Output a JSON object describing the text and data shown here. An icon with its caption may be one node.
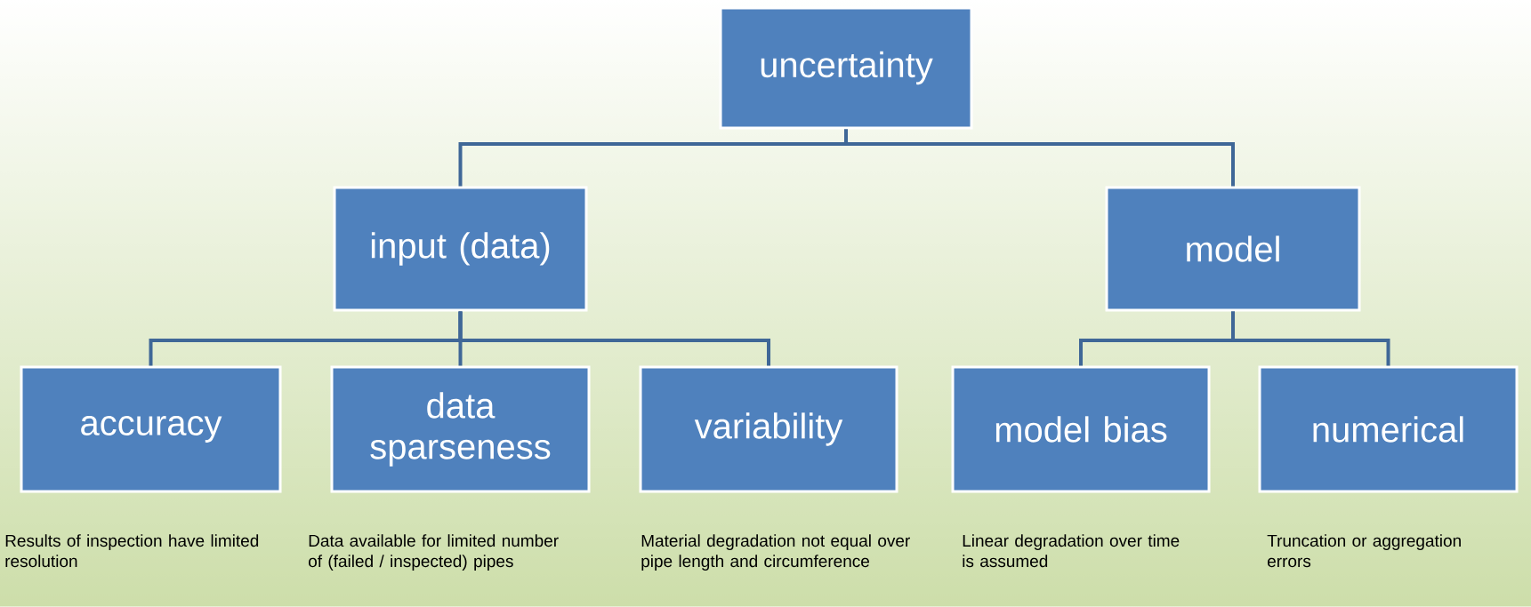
{
  "diagram": {
    "nodes": [
      {
        "text": [
          "uncertainty"
        ]
      },
      {
        "text": [
          "input (data)"
        ]
      },
      {
        "text": [
          "model"
        ]
      },
      {
        "text": [
          "accuracy"
        ],
        "beside": [
          "Results of inspection have limited resolution"
        ]
      },
      {
        "text": [
          "data sparseness"
        ],
        "beside": [
          "Data available for limited number of (failed / inspected) pipes"
        ]
      },
      {
        "text": [
          "variability"
        ],
        "beside": [
          "Material degradation not equal over pipe length and circumference"
        ]
      },
      {
        "text": [
          "model bias"
        ],
        "beside": [
          "Linear degradation over time is assumed"
        ]
      },
      {
        "text": [
          "numerical"
        ],
        "beside": [
          "Truncation or aggregation errors"
        ]
      }
    ],
    "edges": [
      {
        "from": 0,
        "to": 1,
        "arrow": "none"
      },
      {
        "from": 0,
        "to": 2,
        "arrow": "none"
      },
      {
        "from": 1,
        "to": 3,
        "arrow": "none"
      },
      {
        "from": 1,
        "to": 4,
        "arrow": "none"
      },
      {
        "from": 1,
        "to": 5,
        "arrow": "none"
      },
      {
        "from": 2,
        "to": 6,
        "arrow": "none"
      },
      {
        "from": 2,
        "to": 7,
        "arrow": "none"
      }
    ]
  }
}
